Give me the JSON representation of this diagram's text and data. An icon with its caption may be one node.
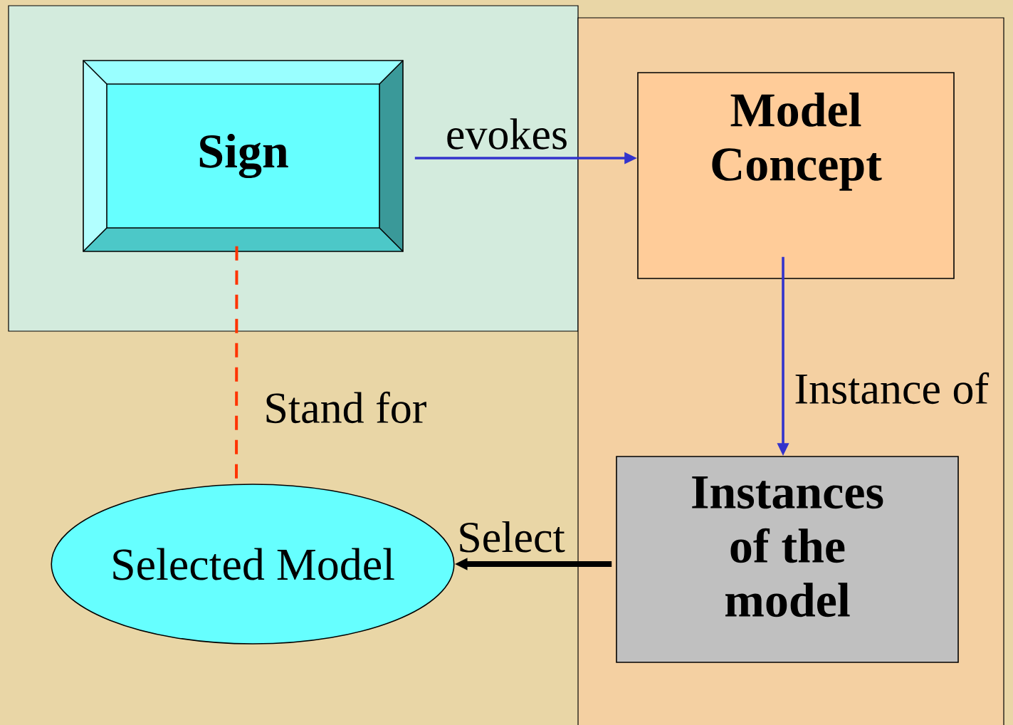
{
  "diagram": {
    "nodes": [
      {
        "text": [
          "Sign"
        ]
      },
      {
        "text": [
          "Model Concept"
        ]
      },
      {
        "text": [
          "Instances of the model"
        ]
      },
      {
        "text": [
          "Selected Model"
        ]
      }
    ],
    "edges": [
      {
        "from": 0,
        "to": 1,
        "arrow": "to",
        "label": "evokes"
      },
      {
        "from": 1,
        "to": 2,
        "arrow": "to",
        "label": "Instance of"
      },
      {
        "from": 0,
        "to": 3,
        "arrow": "none",
        "label": "Stand for",
        "style": "dashed",
        "color": "#ff3300"
      },
      {
        "from": 2,
        "to": 3,
        "arrow": "to",
        "label": "Select",
        "style": "thick",
        "color": "#000000"
      }
    ]
  }
}
